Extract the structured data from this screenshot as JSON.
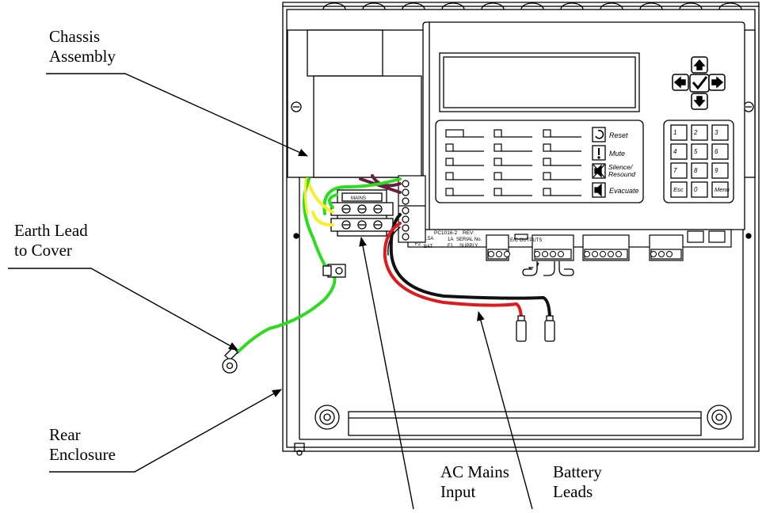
{
  "callouts": {
    "chassis": [
      "Chassis",
      "Assembly"
    ],
    "earth": [
      "Earth Lead",
      "to Cover"
    ],
    "rear": [
      "Rear",
      "Enclosure"
    ],
    "ac": [
      "AC Mains",
      "Input"
    ],
    "battery": [
      "Battery",
      "Leads"
    ]
  },
  "buttons": {
    "reset": "Reset",
    "mute": "Mute",
    "silence": [
      "Silence/",
      "Resound"
    ],
    "evacuate": "Evacuate"
  },
  "keypad": [
    "1",
    "2",
    "3",
    "4",
    "5",
    "6",
    "7",
    "8",
    "9",
    "Esc",
    "0",
    "Menu"
  ],
  "pcb": {
    "model": "PC1016-2",
    "rev": "REV:",
    "serial": "SERIAL No.",
    "supply": "SUPPLY",
    "bat": "BAT",
    "outputs": "E/C OUTPUTS",
    "fuse1": "F1",
    "fuse2": "F2",
    "amp1": "1.5A",
    "amp2": "1A"
  },
  "terminal_block": "MAINS",
  "wire_colors": {
    "earth": "#2bdc1f",
    "neutral": "#f5f02a",
    "mains": "#6b1f3f",
    "battery_pos": "#e01a1a",
    "battery_neg": "#111111"
  }
}
